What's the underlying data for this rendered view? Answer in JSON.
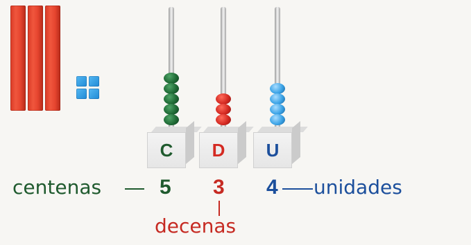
{
  "blocks": {
    "tens_rods": 3,
    "unit_cubes": 4
  },
  "abacus": {
    "columns": [
      {
        "letter": "C",
        "beads": 5,
        "letter_color": "#1f6a35",
        "bead_color": "green"
      },
      {
        "letter": "D",
        "beads": 3,
        "letter_color": "#d42a22",
        "bead_color": "red"
      },
      {
        "letter": "U",
        "beads": 4,
        "letter_color": "#1c4f9c",
        "bead_color": "blue"
      }
    ]
  },
  "labels": {
    "centenas": "centenas",
    "decenas": "decenas",
    "unidades": "unidades"
  },
  "digits": {
    "c": "5",
    "d": "3",
    "u": "4"
  },
  "colors": {
    "green": "#1f5a2e",
    "red": "#c62a22",
    "blue": "#1c4f9c"
  }
}
